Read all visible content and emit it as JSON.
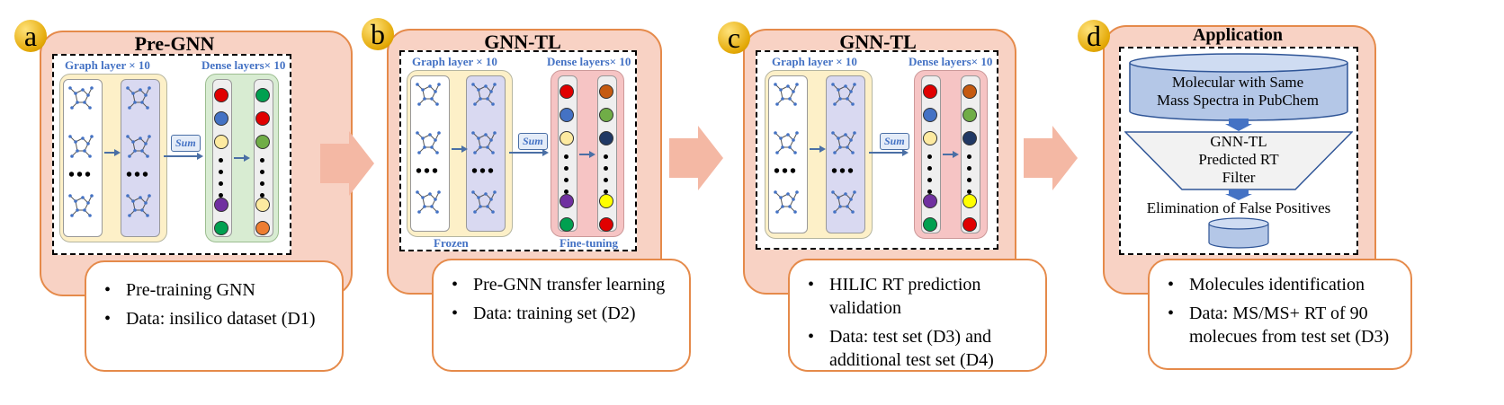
{
  "panels": [
    {
      "badge": "a",
      "title": "Pre-GNN",
      "graph_label": "Graph layer × 10",
      "dense_label": "Dense layers× 10",
      "sum": "Sum",
      "bottom_left": "",
      "bottom_right": "",
      "bullets": [
        "Pre-training GNN",
        "Data: insilico  dataset (D1)"
      ]
    },
    {
      "badge": "b",
      "title": "GNN-TL",
      "graph_label": "Graph layer × 10",
      "dense_label": "Dense layers× 10",
      "sum": "Sum",
      "bottom_left": "Frozen",
      "bottom_right": "Fine-tuning",
      "bullets": [
        "Pre-GNN transfer learning",
        "Data: training  set (D2)"
      ]
    },
    {
      "badge": "c",
      "title": "GNN-TL",
      "graph_label": "Graph layer × 10",
      "dense_label": "Dense layers× 10",
      "sum": "Sum",
      "bottom_left": "",
      "bottom_right": "",
      "bullets": [
        "HILIC RT prediction validation",
        "Data: test set (D3) and additional test set (D4)"
      ]
    },
    {
      "badge": "d",
      "title": "Application",
      "cylinder_text": "Molecular with Same Mass Spectra in PubChem",
      "filter_line1": "GNN-TL",
      "filter_line2": "Predicted RT",
      "filter_line3": "Filter",
      "result_text": "Elimination of False Positives",
      "bullets": [
        "Molecules identification",
        "Data: MS/MS+ RT of 90 molecues from test set (D3)"
      ]
    }
  ],
  "colors": {
    "panel_fill": "#f8d2c4",
    "panel_border": "#e58a4a",
    "label_blue": "#4472c4",
    "arrow": "#f4b8a4"
  },
  "node_colors_green": [
    "#e00000",
    "#4472c4",
    "#fdeaa0",
    "#7030a0",
    "#00a050",
    "#00a050",
    "#e00000",
    "#70ad47",
    "#fdeaa0",
    "#ed7d31"
  ],
  "icons": [
    "molecule-icon",
    "dots-icon",
    "right-arrow-icon",
    "database-cylinder-icon",
    "funnel-icon"
  ]
}
